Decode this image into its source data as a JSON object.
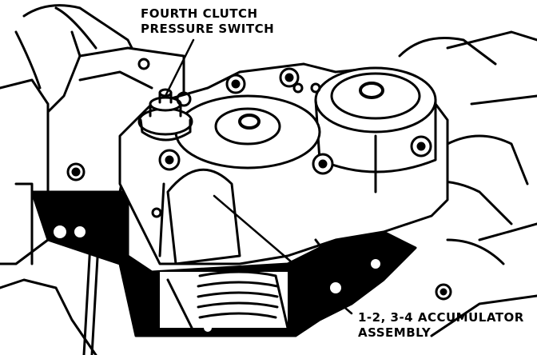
{
  "labels": {
    "fourth_clutch_pressure_switch": [
      "FOURTH CLUTCH",
      "PRESSURE SWITCH"
    ],
    "accumulator_assembly": [
      "1-2, 3-4 ACCUMULATOR",
      "ASSEMBLY"
    ]
  },
  "colors": {
    "ink": "#000000",
    "paper": "#ffffff"
  }
}
